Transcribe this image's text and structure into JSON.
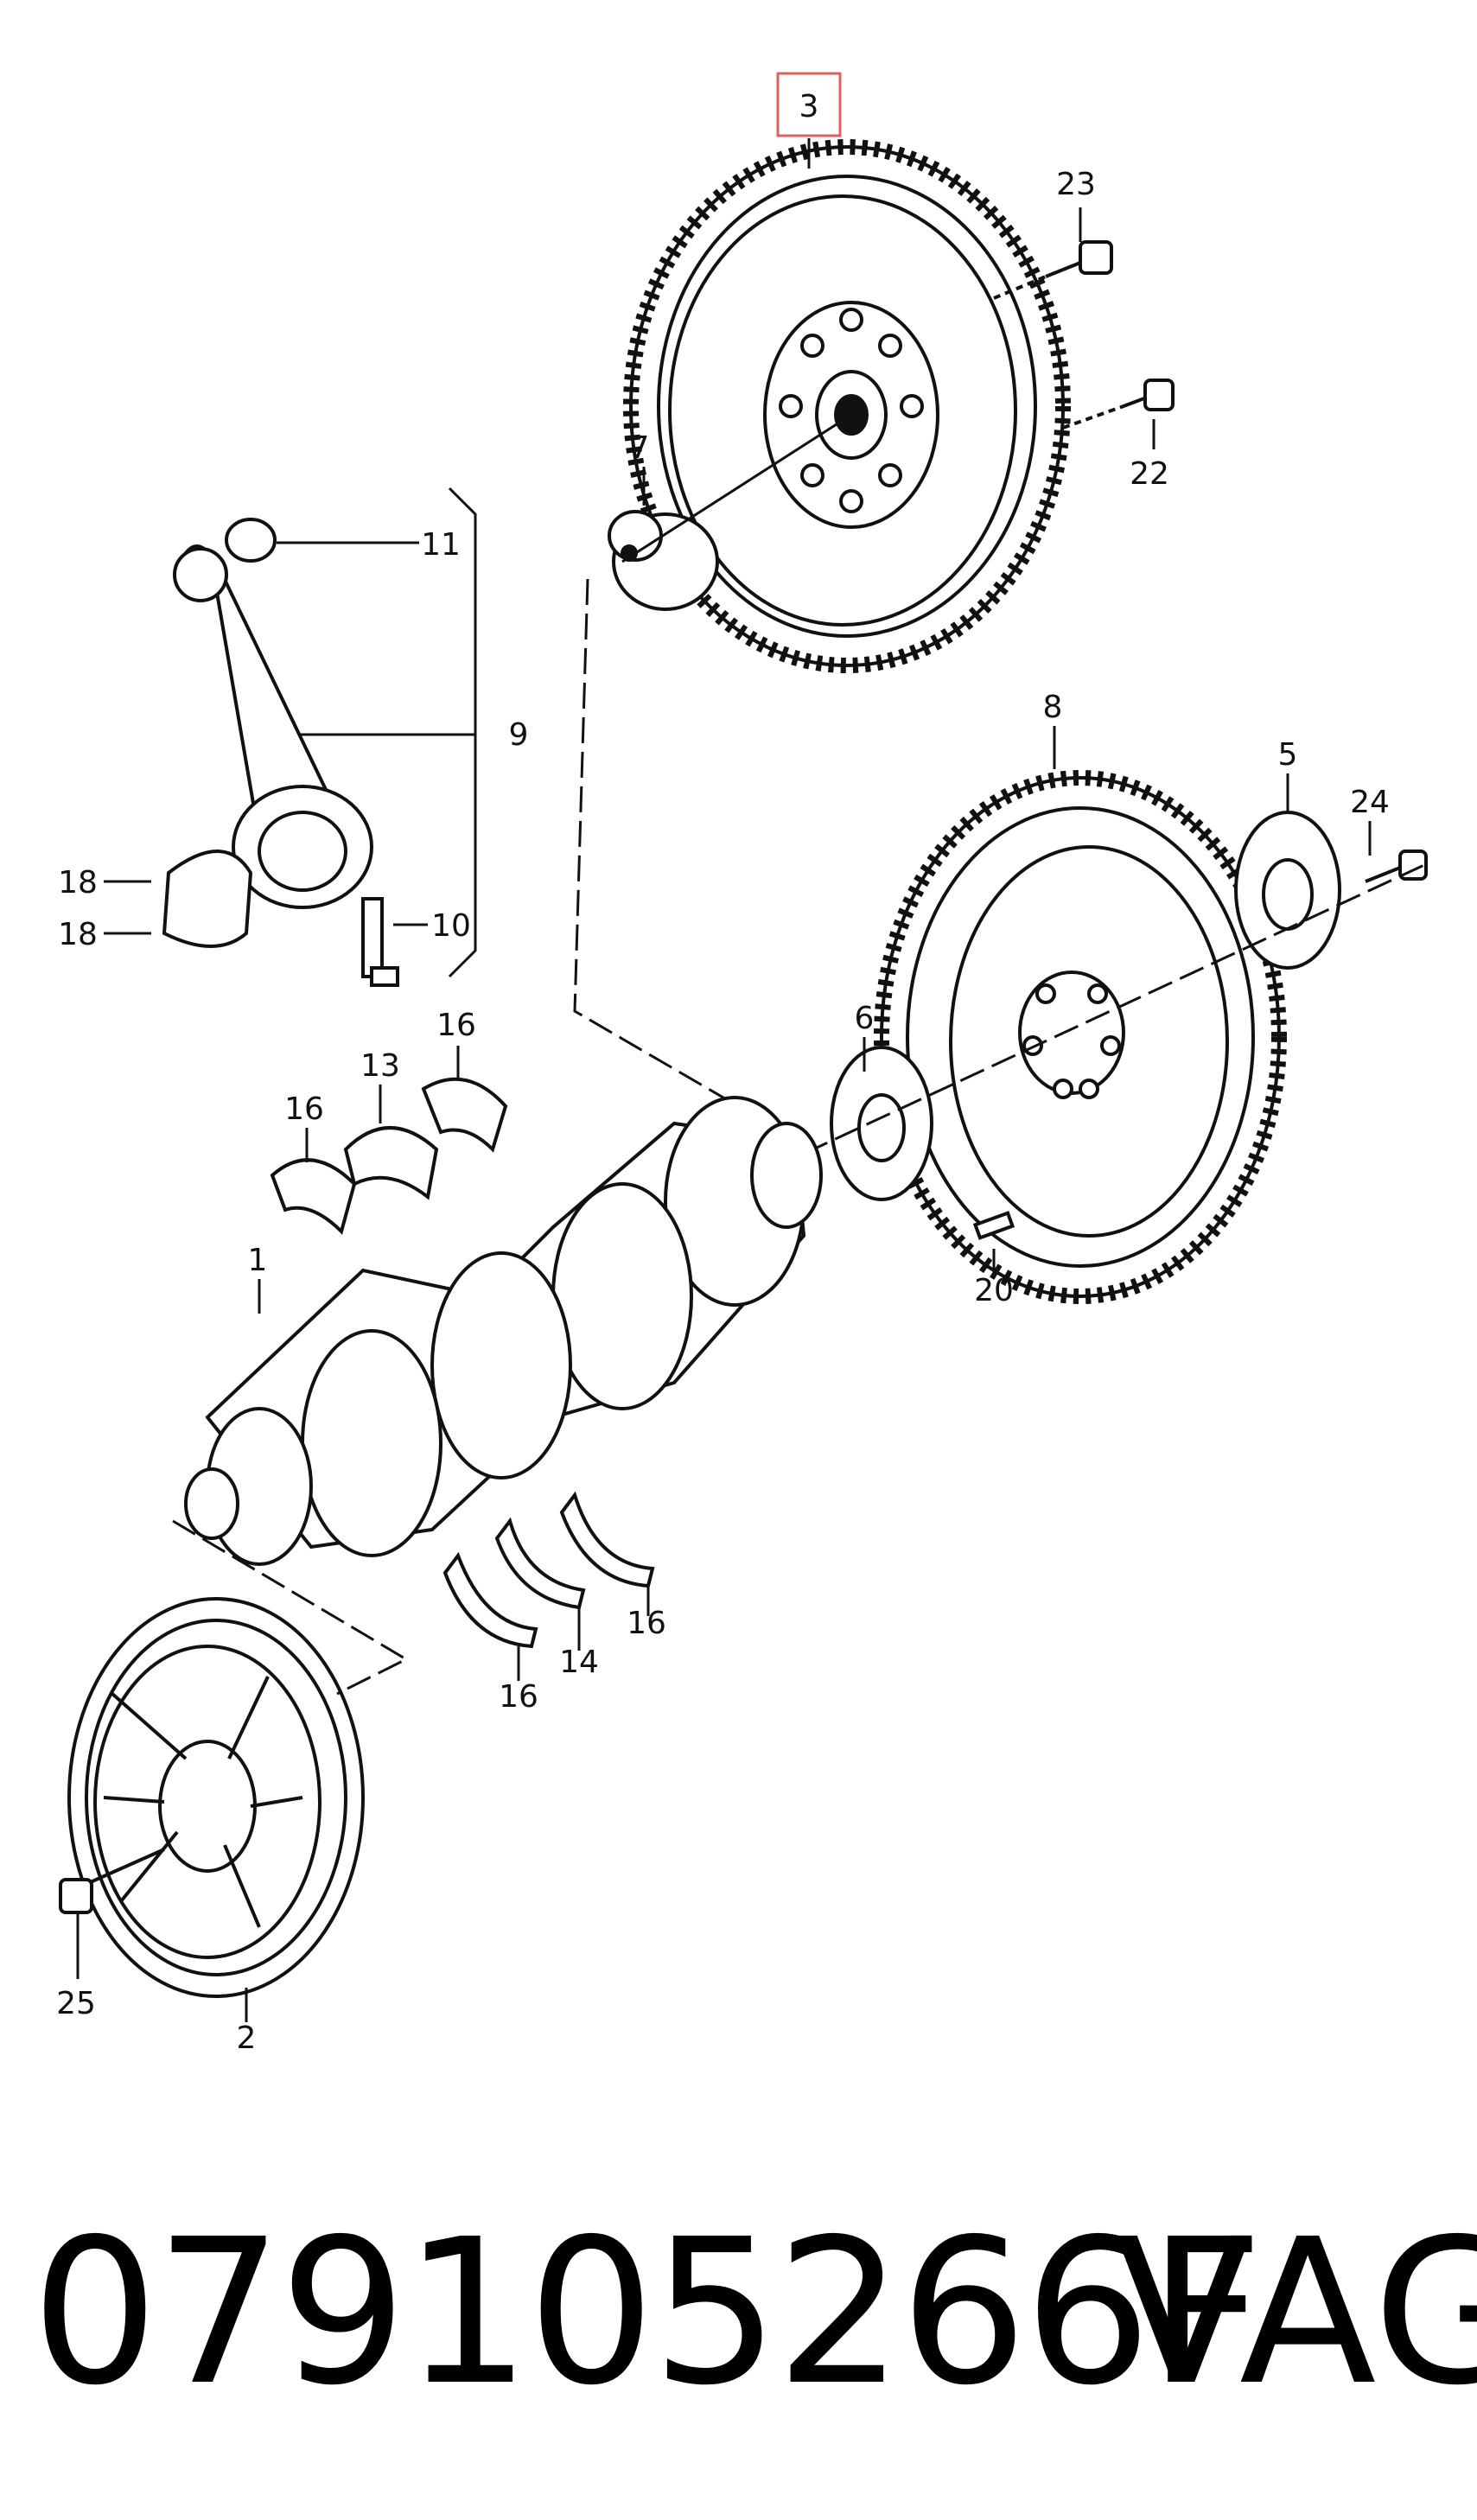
{
  "highlight_color": "#e06060",
  "callouts": [
    {
      "id": "c3",
      "label": "3"
    },
    {
      "id": "c23",
      "label": "23"
    },
    {
      "id": "c22",
      "label": "22"
    },
    {
      "id": "c7",
      "label": "7"
    },
    {
      "id": "c11",
      "label": "11"
    },
    {
      "id": "c9",
      "label": "9"
    },
    {
      "id": "c18a",
      "label": "18"
    },
    {
      "id": "c18b",
      "label": "18"
    },
    {
      "id": "c10",
      "label": "10"
    },
    {
      "id": "c8",
      "label": "8"
    },
    {
      "id": "c5",
      "label": "5"
    },
    {
      "id": "c24",
      "label": "24"
    },
    {
      "id": "c6",
      "label": "6"
    },
    {
      "id": "c16a",
      "label": "16"
    },
    {
      "id": "c13",
      "label": "13"
    },
    {
      "id": "c16b",
      "label": "16"
    },
    {
      "id": "c1",
      "label": "1"
    },
    {
      "id": "c20",
      "label": "20"
    },
    {
      "id": "c14",
      "label": "14"
    },
    {
      "id": "c16c",
      "label": "16"
    },
    {
      "id": "c16d",
      "label": "16"
    },
    {
      "id": "c25",
      "label": "25"
    },
    {
      "id": "c2",
      "label": "2"
    }
  ],
  "part_number": "079105266F",
  "brand": "VAG"
}
